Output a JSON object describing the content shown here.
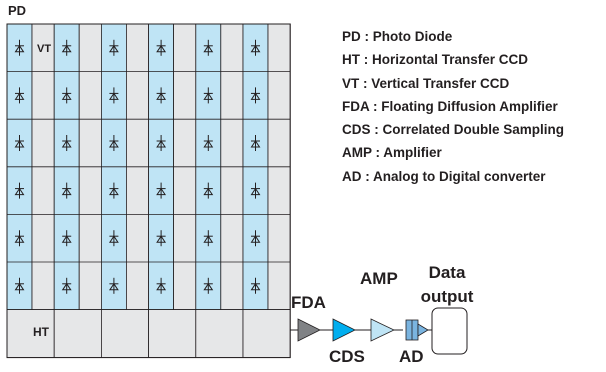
{
  "labels": {
    "pd": "PD",
    "vt": "VT",
    "ht": "HT",
    "fda": "FDA",
    "cds": "CDS",
    "amp": "AMP",
    "ad": "AD",
    "data_output": [
      "Data",
      "output"
    ]
  },
  "legend": [
    "PD : Photo Diode",
    "HT : Horizontal Transfer CCD",
    "VT : Vertical Transfer CCD",
    "FDA : Floating Diffusion Amplifier",
    "CDS : Correlated Double Sampling",
    "AMP : Amplifier",
    "AD : Analog to Digital converter"
  ],
  "grid": {
    "rows": 6,
    "columns": 6
  },
  "colors": {
    "photodiode_fill": "#bfe4f5",
    "ccd_fill": "#e6e7e8",
    "fda_fill": "#808285",
    "cds_fill": "#00aeef",
    "amp_fill": "#bfe4f5",
    "ad_fill": "#7ab4e0",
    "stroke": "#231f20"
  }
}
